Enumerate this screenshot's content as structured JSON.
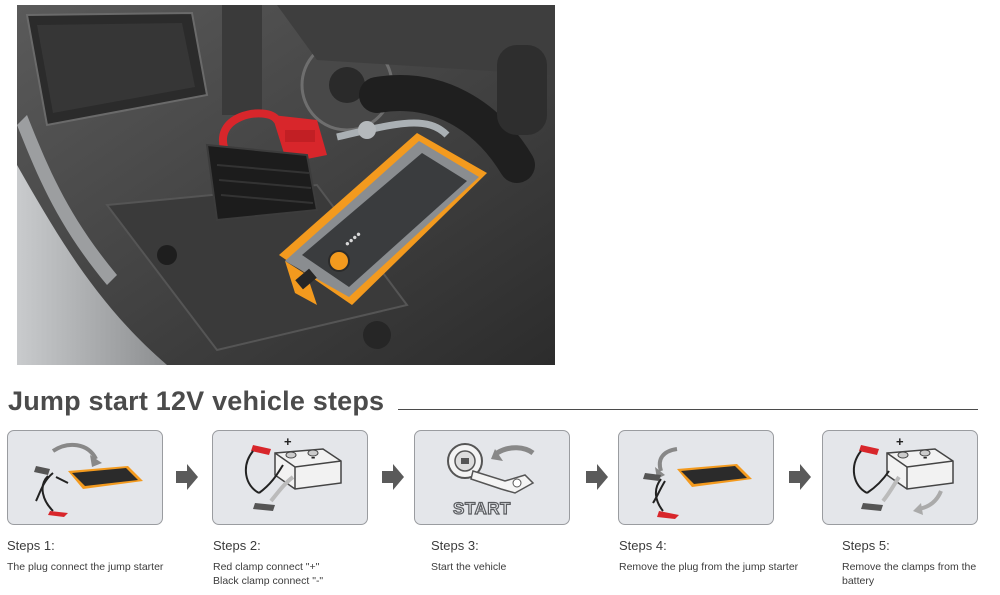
{
  "heading": "Jump start 12V vehicle steps",
  "photo": {
    "device_indicator": "●●●●"
  },
  "steps": [
    {
      "title": "Steps 1:",
      "lines": [
        "The plug connect the jump starter"
      ]
    },
    {
      "title": "Steps 2:",
      "lines": [
        "Red clamp connect \"+\"",
        "Black clamp connect \"-\""
      ]
    },
    {
      "title": "Steps 3:",
      "lines": [
        "Start the vehicle"
      ],
      "start_label": "START"
    },
    {
      "title": "Steps 4:",
      "lines": [
        "Remove the plug from the jump starter"
      ]
    },
    {
      "title": "Steps 5:",
      "lines": [
        "Remove the clamps from the",
        "battery"
      ]
    }
  ],
  "symbols": {
    "plus": "+",
    "minus": "-"
  },
  "colors": {
    "device_orange": "#f39a1e",
    "clamp_red": "#d8262b",
    "box_bg": "#e4e6ea",
    "text": "#3c3c3c"
  }
}
